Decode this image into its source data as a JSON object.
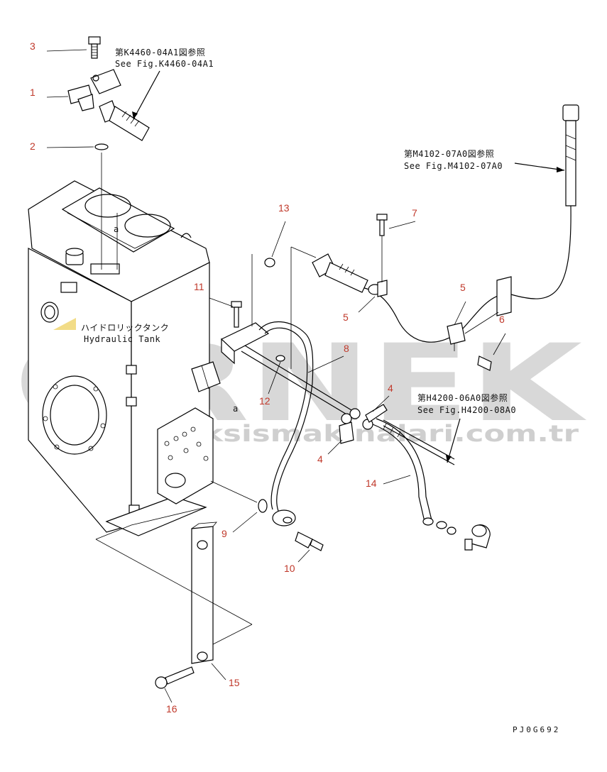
{
  "callouts": {
    "n1": "1",
    "n2": "2",
    "n3": "3",
    "n4a": "4",
    "n4b": "4",
    "n5a": "5",
    "n5b": "5",
    "n6": "6",
    "n7": "7",
    "n8": "8",
    "n9": "9",
    "n10": "10",
    "n11": "11",
    "n12": "12",
    "n13": "13",
    "n14": "14",
    "n15": "15",
    "n16": "16"
  },
  "references": {
    "k4460_jp": "第K4460-04A1図参照",
    "k4460_en": "See Fig.K4460-04A1",
    "m4102_jp": "第M4102-07A0図参照",
    "m4102_en": "See Fig.M4102-07A0",
    "h4200_jp": "第H4200-06A0図参照",
    "h4200_en": "See Fig.H4200-08A0"
  },
  "tank_label": {
    "jp": "ハイドロリックタンク",
    "en": "Hydraulic Tank"
  },
  "markers": {
    "a1": "a",
    "a2": "a"
  },
  "drawing_code": "PJ0G692",
  "watermark": {
    "main": "ORNEK",
    "url": "www.orneksismakinalari.com.tr",
    "color": "#d3d3d3"
  },
  "colors": {
    "callout": "#c0392b",
    "accent_triangle": "#f2dc87"
  }
}
